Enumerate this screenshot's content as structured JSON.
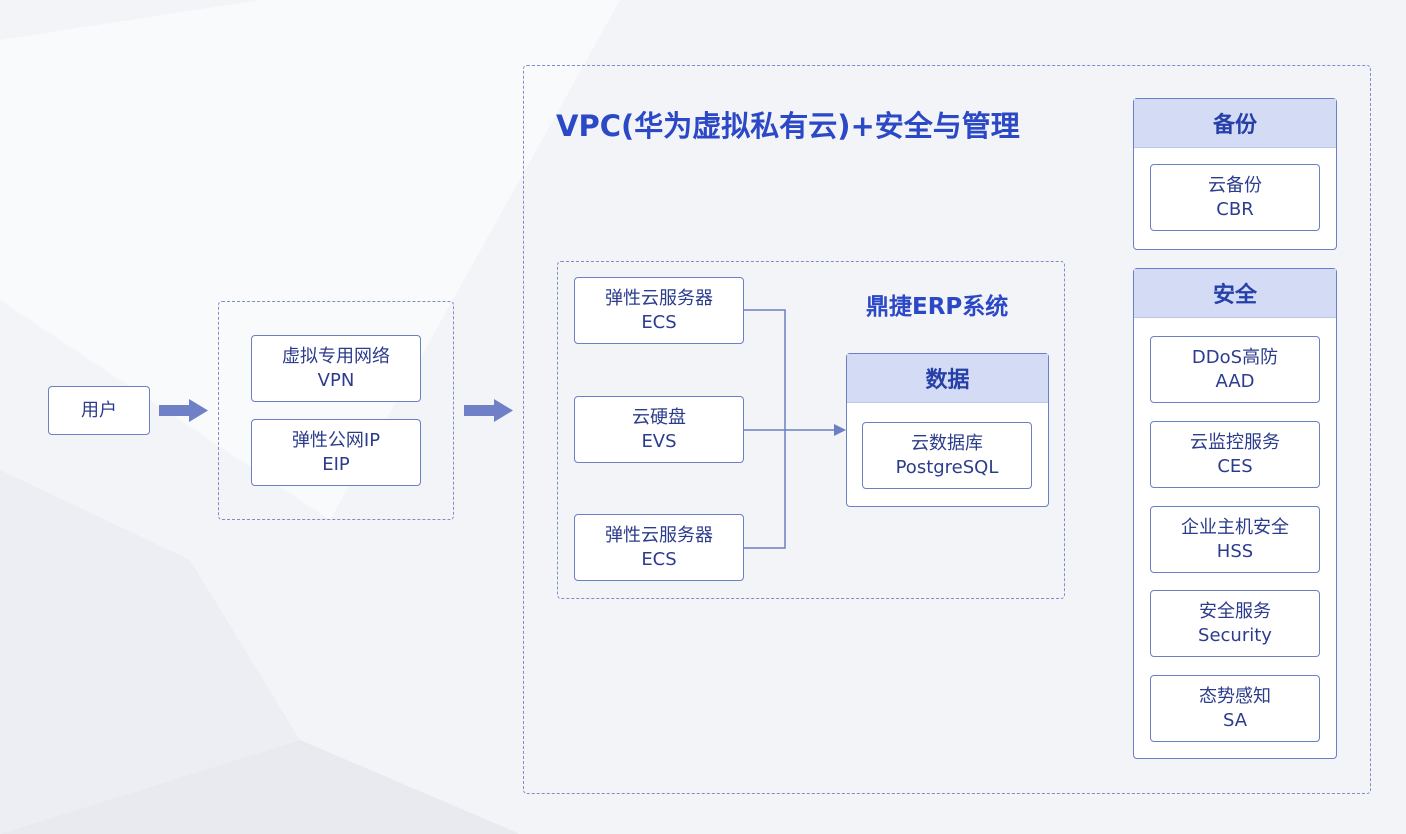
{
  "user": {
    "label": "用户"
  },
  "network": {
    "vpn": {
      "name": "虚拟专用网络",
      "code": "VPN"
    },
    "eip": {
      "name": "弹性公网IP",
      "code": "EIP"
    }
  },
  "vpc": {
    "title": "VPC(华为虚拟私有云)+安全与管理",
    "erp": {
      "title": "鼎捷ERP系统",
      "ecs_top": {
        "name": "弹性云服务器",
        "code": "ECS"
      },
      "evs": {
        "name": "云硬盘",
        "code": "EVS"
      },
      "ecs_bottom": {
        "name": "弹性云服务器",
        "code": "ECS"
      },
      "data": {
        "title": "数据",
        "db": {
          "name": "云数据库",
          "code": "PostgreSQL"
        }
      }
    },
    "backup": {
      "title": "备份",
      "items": [
        {
          "name": "云备份",
          "code": "CBR"
        }
      ]
    },
    "security": {
      "title": "安全",
      "items": [
        {
          "name": "DDoS高防",
          "code": "AAD"
        },
        {
          "name": "云监控服务",
          "code": "CES"
        },
        {
          "name": "企业主机安全",
          "code": "HSS"
        },
        {
          "name": "安全服务",
          "code": "Security"
        },
        {
          "name": "态势感知",
          "code": "SA"
        }
      ]
    }
  },
  "colors": {
    "accent": "#2b48c6",
    "border": "#6b7fc4",
    "header_fill": "#d3dbf5",
    "arrow": "#6f80c6"
  }
}
